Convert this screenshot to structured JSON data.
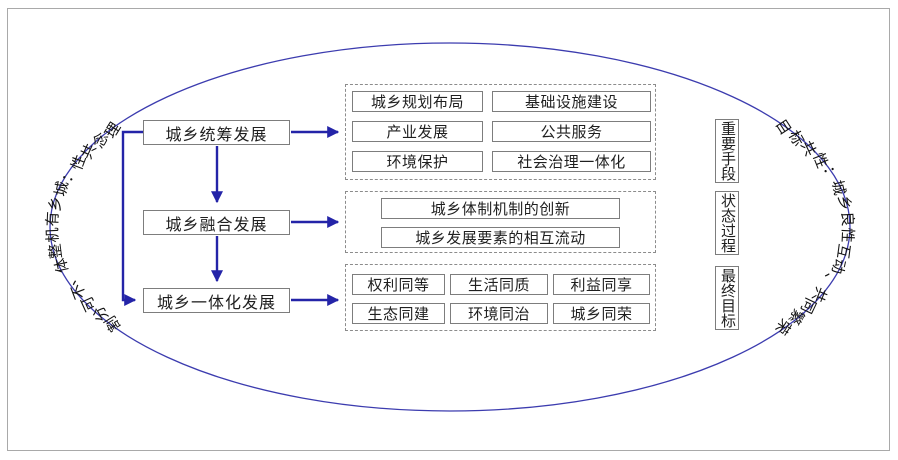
{
  "diagram": {
    "arc_texts": {
      "left": "理念共性：城乡有机整体、不可分割",
      "right": "目标共性：城乡良性互动、共同繁荣"
    },
    "flow_boxes": [
      "城乡统筹发展",
      "城乡融合发展",
      "城乡一体化发展"
    ],
    "process_groups": [
      {
        "items": [
          "城乡规划布局",
          "基础设施建设",
          "产业发展",
          "公共服务",
          "环境保护",
          "社会治理一体化"
        ]
      },
      {
        "items": [
          "城乡体制机制的创新",
          "城乡发展要素的相互流动"
        ]
      },
      {
        "items": [
          "权利同等",
          "生活同质",
          "利益同享",
          "生态同建",
          "环境同治",
          "城乡同荣"
        ]
      }
    ],
    "stage_boxes": [
      "重要手段",
      "状态过程",
      "最终目标"
    ],
    "colors": {
      "ellipse_blue": "#3c3caf",
      "arrow_blue": "#2424a8",
      "box_border": "#7d7d7d",
      "dashed_border": "#8c8c8c",
      "text": "#1f1f1f",
      "frame_border": "#a9a9a9"
    }
  }
}
